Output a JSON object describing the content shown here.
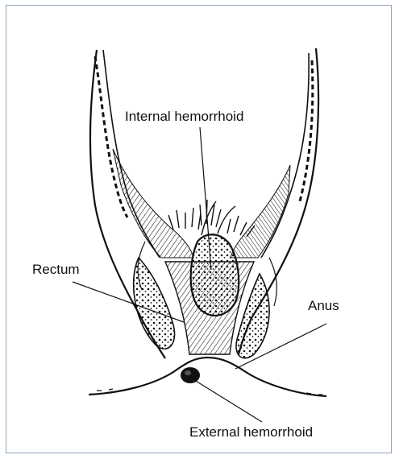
{
  "labels": {
    "internal_hemorrhoid": "Internal hemorrhoid",
    "rectum": "Rectum",
    "anus": "Anus",
    "external_hemorrhoid": "External hemorrhoid"
  },
  "colors": {
    "frame_border": "#8fa3bd",
    "ink": "#111111",
    "background": "#ffffff"
  }
}
